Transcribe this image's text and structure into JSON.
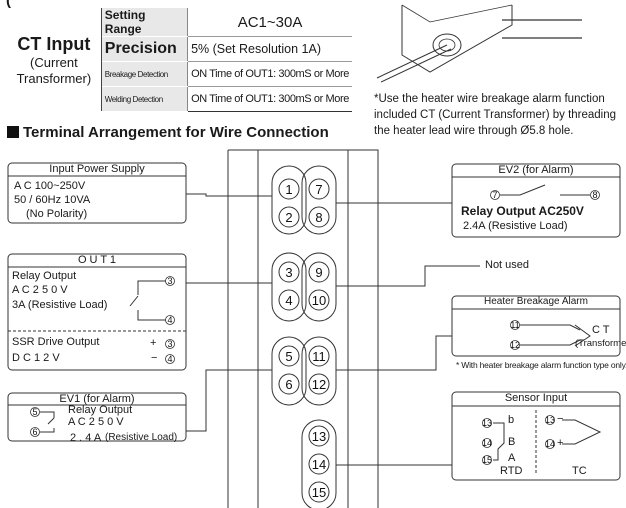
{
  "spec": {
    "header_fragment": "(",
    "ct_title": "CT Input",
    "ct_subtitle_1": "(Current",
    "ct_subtitle_2": "Transformer)",
    "rows": [
      {
        "label": "Setting Range",
        "value": "AC1~30A"
      },
      {
        "label": "Precision",
        "value": "5% (Set Resolution 1A)"
      },
      {
        "label": "Breakage Detection",
        "value": "ON Time of OUT1: 300mS or More"
      },
      {
        "label": "Welding Detection",
        "value": "ON Time of OUT1: 300mS or More"
      }
    ]
  },
  "ct_note": "*Use the heater wire breakage alarm function included CT (Current Transformer) by threading the heater lead wire through Ø5.8 hole.",
  "section_title": "Terminal Arrangement for Wire Connection",
  "terminals": [
    "1",
    "2",
    "3",
    "4",
    "5",
    "6",
    "7",
    "8",
    "9",
    "10",
    "11",
    "12",
    "13",
    "14",
    "15"
  ],
  "input_power": {
    "title": "Input Power Supply",
    "line1": "A C 100~250V",
    "line2": "50 / 60Hz 10VA",
    "line3": "(No Polarity)"
  },
  "out1": {
    "title": "O U T 1",
    "relay_label": "Relay Output",
    "relay_voltage": "A C 2 5 0 V",
    "relay_load": "3A (Resistive Load)",
    "ssr_label": "SSR Drive Output",
    "ssr_voltage": "D C 1 2  V",
    "plus": "+",
    "minus": "−"
  },
  "ev1": {
    "title": "EV1 (for Alarm)",
    "relay_label": "Relay Output",
    "voltage": "A C 2 5 0 V",
    "current": "2 . 4  A",
    "load": "(Resistive Load)"
  },
  "ev2": {
    "title": "EV2 (for Alarm)",
    "relay_label": "Relay Output AC250V",
    "load": "2.4A (Resistive Load)"
  },
  "not_used": "Not used",
  "heater_alarm": {
    "title": "Heater Breakage Alarm",
    "ct_label": "C T",
    "ct_sub": "(Transformer)",
    "footnote": "* With heater breakage alarm function type only."
  },
  "sensor": {
    "title": "Sensor Input",
    "b_small": "b",
    "b_big": "B",
    "a_big": "A",
    "rtd": "RTD",
    "tc": "TC",
    "minus": "−",
    "plus": "+"
  }
}
